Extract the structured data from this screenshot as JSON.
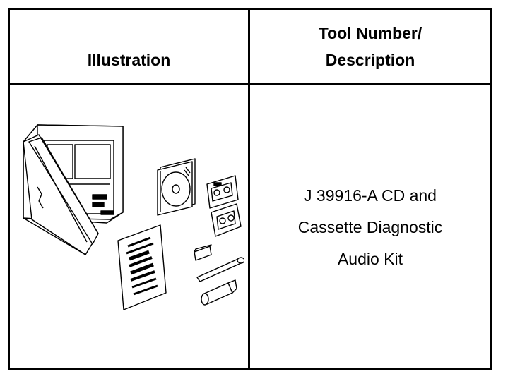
{
  "table": {
    "header": {
      "illustration": "Illustration",
      "tool_line1": "Tool Number/",
      "tool_line2": "Description"
    },
    "row": {
      "description_line1": "J 39916-A CD and",
      "description_line2": "Cassette Diagnostic",
      "description_line3": "Audio Kit"
    }
  },
  "illustration_icon": "cd-cassette-diagnostic-kit-icon"
}
